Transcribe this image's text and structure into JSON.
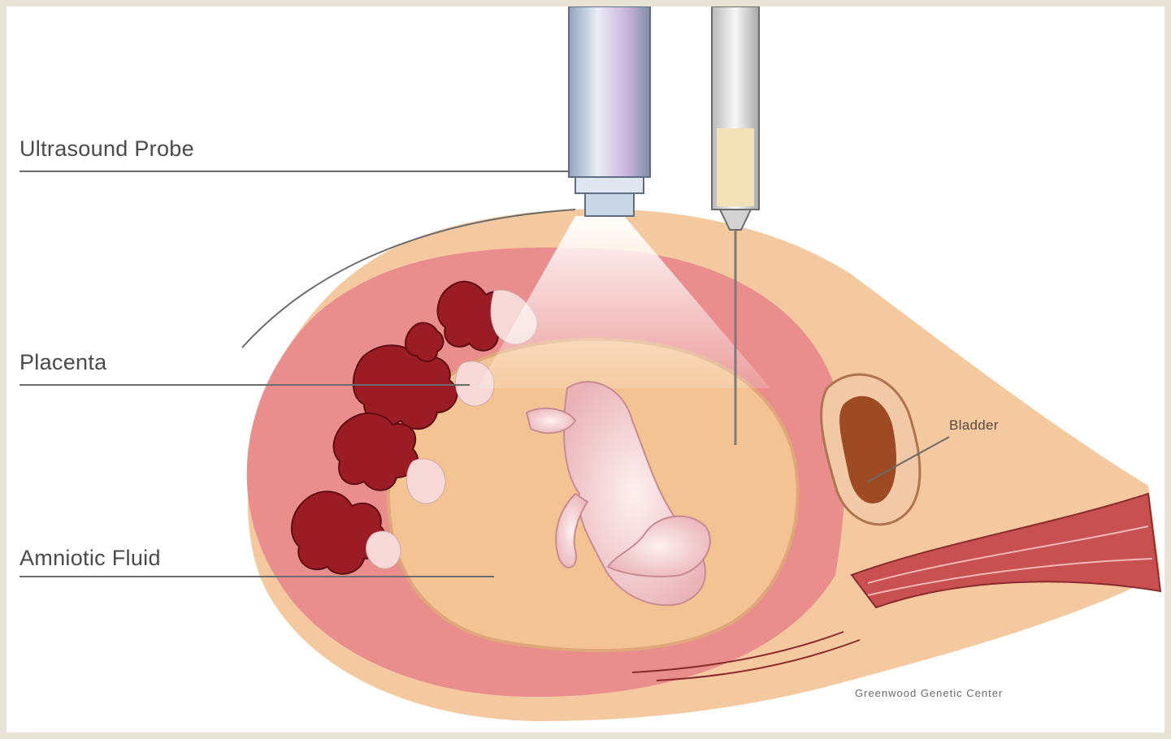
{
  "labels": {
    "ultrasound_probe": "Ultrasound Probe",
    "placenta": "Placenta",
    "amniotic_fluid": "Amniotic Fluid",
    "bladder": "Bladder",
    "credit": "Greenwood Genetic Center"
  },
  "colors": {
    "uterus_wall": "#e88a8a",
    "abdomen": "#f5c9a0",
    "amniotic_sac": "#f4c393",
    "placenta": "#9b1c25",
    "bladder": "#9e4a22",
    "fetus": "#f6dcdc",
    "probe": "#c9d6e6",
    "syringe_fluid": "#f3e2b8"
  }
}
